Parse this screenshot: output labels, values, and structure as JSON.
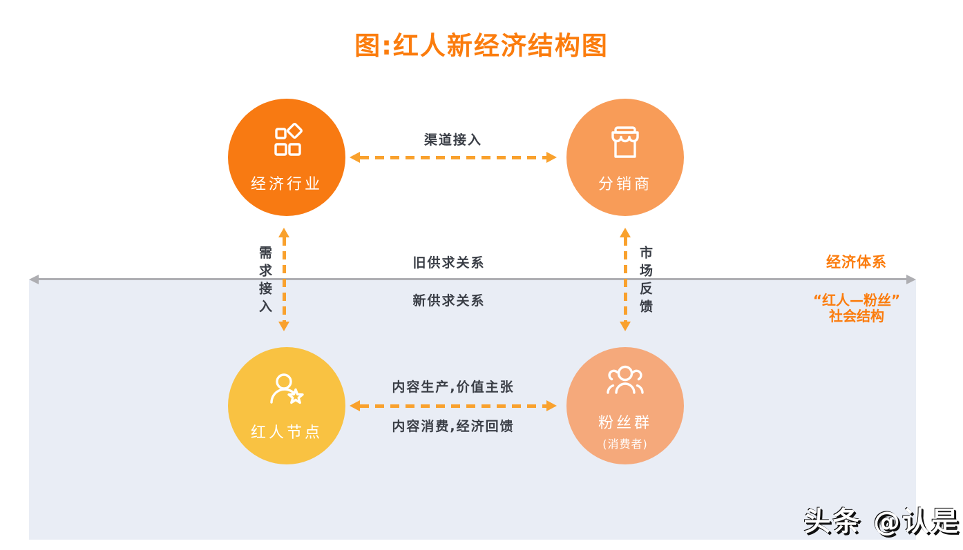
{
  "title": "图:红人新经济结构图",
  "watermark": "头条 @认是",
  "colors": {
    "title_orange": "#FB7C0D",
    "arrow_orange": "#F9A12D",
    "axis_gray": "#AEAEB2",
    "panel_bg": "#E9EDF5",
    "edge_label_dark": "#3A3E46",
    "node_text": "#FFFFFF"
  },
  "nodes": {
    "industry": {
      "label": "经济行业",
      "color": "#F87A12",
      "icon": "category-icon"
    },
    "distributor": {
      "label": "分销商",
      "color": "#F89C58",
      "icon": "storefront-icon"
    },
    "influencer": {
      "label": "红人节点",
      "color": "#F9C242",
      "icon": "person-star-icon"
    },
    "fans": {
      "label": "粉丝群",
      "sublabel": "(消费者)",
      "color": "#F5A97B",
      "icon": "people-group-icon"
    }
  },
  "edges": {
    "channel": "渠道接入",
    "demand": "需求接入",
    "market": "市场反馈",
    "old_relation": "旧供求关系",
    "new_relation": "新供求关系",
    "content_production": "内容生产,价值主张",
    "content_consumption": "内容消费,经济回馈"
  },
  "regions": {
    "economy": "经济体系",
    "fan_society_line1": "“红人—粉丝”",
    "fan_society_line2": "社会结构"
  }
}
